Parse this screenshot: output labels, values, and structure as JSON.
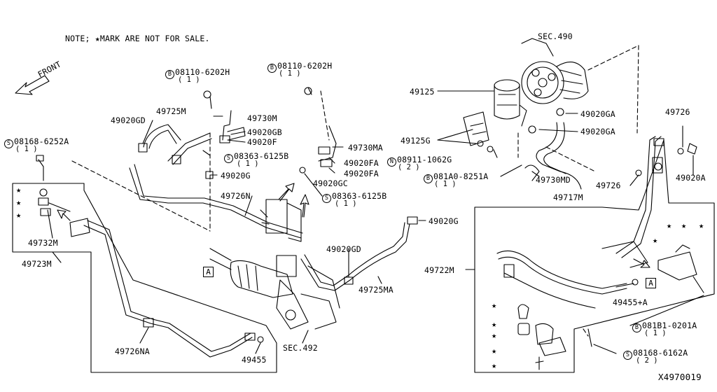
{
  "note": "NOTE; ★MARK ARE NOT FOR SALE.",
  "front_label": "FRONT",
  "diagram_id": "X4970019",
  "sections": {
    "sec490": "SEC.490",
    "sec492": "SEC.492"
  },
  "callout_a": "A",
  "star_glyph": "★",
  "bolts": [
    {
      "prefix": "B",
      "part": "08110-6202H",
      "qty": "( 1 )"
    },
    {
      "prefix": "B",
      "part": "08110-6202H",
      "qty": "( 1 )"
    },
    {
      "prefix": "S",
      "part": "08168-6252A",
      "qty": "( 1 )"
    },
    {
      "prefix": "S",
      "part": "08363-6125B",
      "qty": "( 1 )"
    },
    {
      "prefix": "S",
      "part": "08363-6125B",
      "qty": "( 1 )"
    },
    {
      "prefix": "N",
      "part": "08911-1062G",
      "qty": "( 2 )"
    },
    {
      "prefix": "B",
      "part": "081A0-8251A",
      "qty": "( 1 )"
    },
    {
      "prefix": "B",
      "part": "081B1-0201A",
      "qty": "( 1 )"
    },
    {
      "prefix": "S",
      "part": "08168-6162A",
      "qty": "( 2 )"
    }
  ],
  "parts": {
    "p49125": "49125",
    "p49125G": "49125G",
    "p49020GA_1": "49020GA",
    "p49020GA_2": "49020GA",
    "p49726_1": "49726",
    "p49726_2": "49726",
    "p49020A": "49020A",
    "p49730MD": "49730MD",
    "p49717M": "49717M",
    "p49725M": "49725M",
    "p49020GD_1": "49020GD",
    "p49730M": "49730M",
    "p49020GB": "49020GB",
    "p49020F": "49020F",
    "p49020G_1": "49020G",
    "p49730MA": "49730MA",
    "p49020FA_1": "49020FA",
    "p49020FA_2": "49020FA",
    "p49020GC": "49020GC",
    "p49726N": "49726N",
    "p49732M": "49732M",
    "p49723M": "49723M",
    "p49020G_2": "49020G",
    "p49020GD_2": "49020GD",
    "p49725MA": "49725MA",
    "p49722M": "49722M",
    "p49455A": "49455+A",
    "p49726NA": "49726NA",
    "p49455": "49455"
  }
}
